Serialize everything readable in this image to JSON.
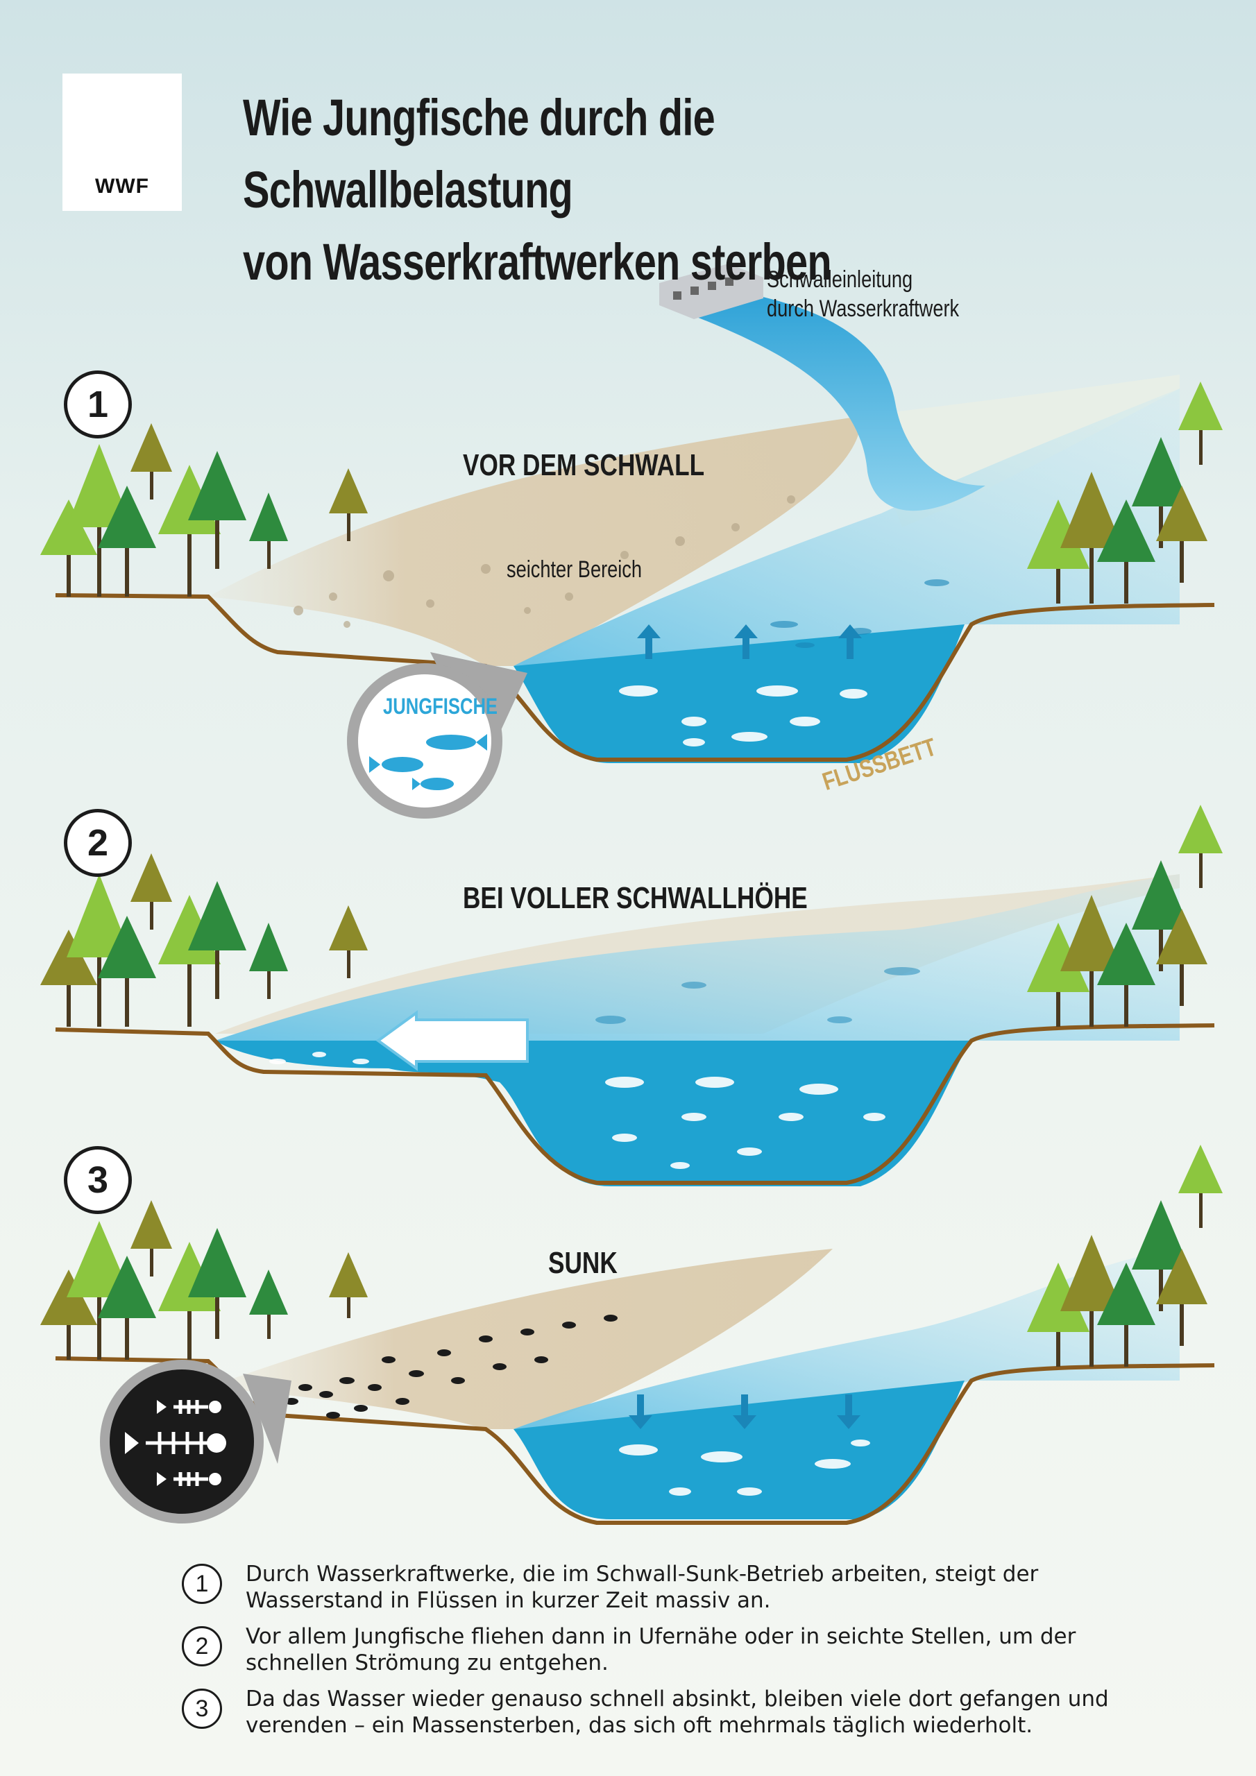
{
  "title": {
    "line1": "Wie Jungfische durch die Schwallbelastung",
    "line2": "von Wasserkraftwerken sterben"
  },
  "logo": {
    "text": "WWF"
  },
  "annotations": {
    "schwalleinleitung_line1": "Schwalleinleitung",
    "schwalleinleitung_line2": "durch Wasserkraftwerk",
    "seichter_bereich": "seichter Bereich",
    "jungfische": "JUNGFISCHE",
    "flussbett": "FLUSSBETT"
  },
  "stages": [
    {
      "number": "1",
      "label": "VOR DEM SCHWALL"
    },
    {
      "number": "2",
      "label": "BEI VOLLER SCHWALLHÖHE"
    },
    {
      "number": "3",
      "label": "SUNK"
    }
  ],
  "legend": [
    {
      "number": "1",
      "text": "Durch Wasserkraftwerke, die im Schwall-Sunk-Betrieb arbeiten, steigt der Wasserstand in Flüssen in kurzer Zeit massiv an."
    },
    {
      "number": "2",
      "text": "Vor allem Jungfische fliehen dann in Ufernähe oder in seichte Stellen, um der schnellen Strömung zu entgehen."
    },
    {
      "number": "3",
      "text": "Da das Wasser wieder genauso schnell absinkt, bleiben viele dort gefangen und verenden – ein Massensterben, das sich oft mehrmals täglich wiederholt."
    }
  ],
  "colors": {
    "water": "#1fa3d1",
    "light_water": "#8fd0ea",
    "riverbed": "#8a5a1e",
    "sand": "#e0d2b8",
    "tree_dark": "#2e8b3e",
    "tree_light": "#8cc63f",
    "tree_olive": "#8c8a2a",
    "flussbett_text": "#c8a35a"
  }
}
